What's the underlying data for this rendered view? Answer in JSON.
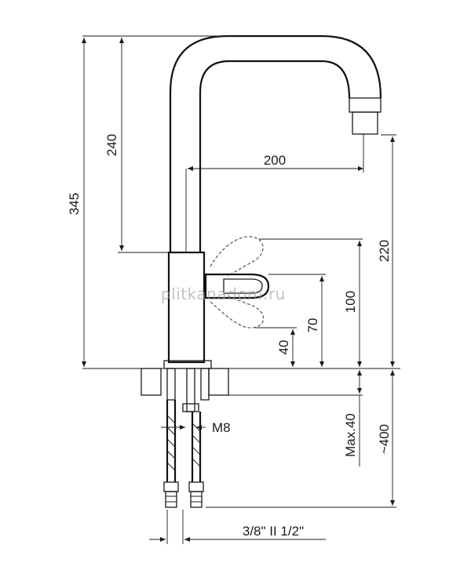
{
  "dimensions": {
    "total_height": "345",
    "spout_height": "240",
    "spout_reach": "200",
    "outlet_height": "220",
    "handle_top": "100",
    "handle_mid": "70",
    "handle_low": "40",
    "max_deck": "Max.40",
    "hose_length": "~400",
    "stud": "M8",
    "connection": "3/8\" II 1/2\""
  },
  "watermark": "plitkanadom.ru",
  "colors": {
    "line": "#1a1a1a",
    "dashed": "#555555",
    "watermark": "#9a9a9a"
  }
}
